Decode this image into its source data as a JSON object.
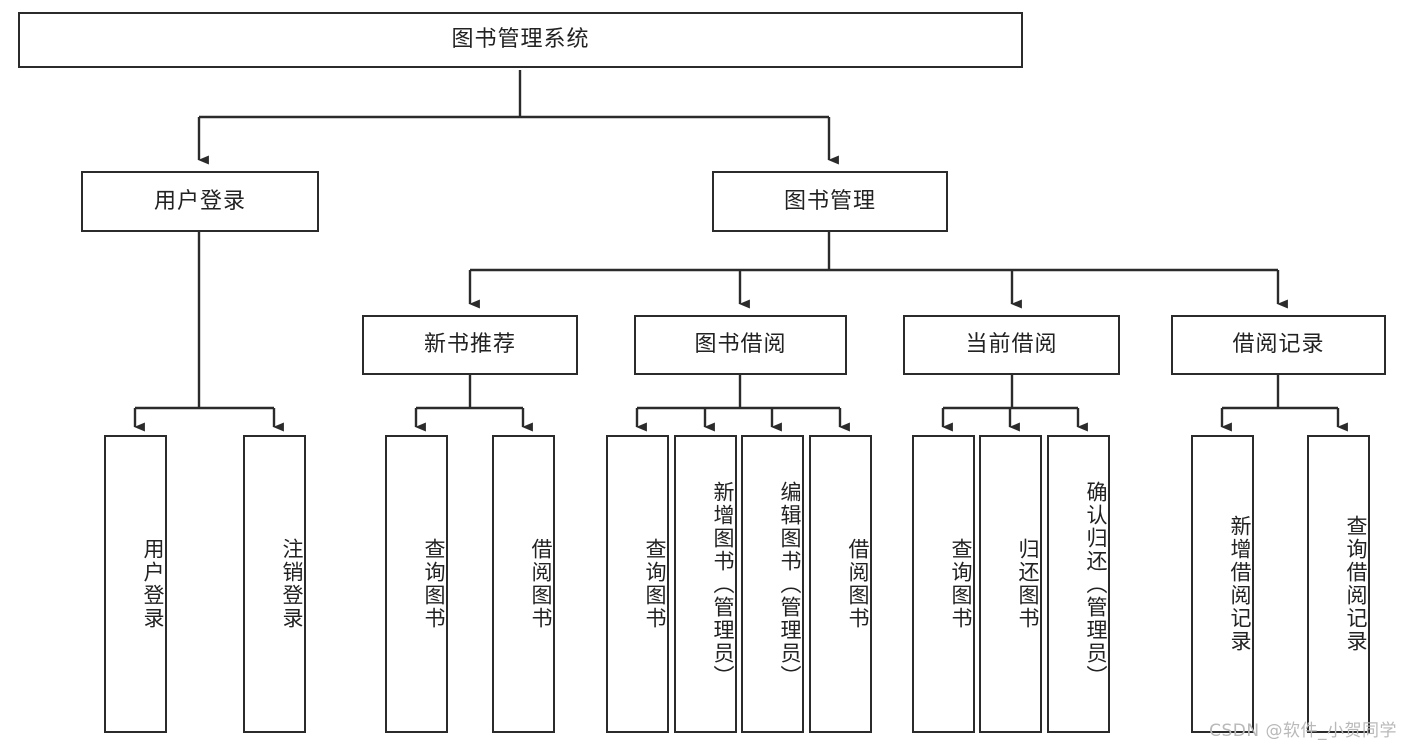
{
  "diagram": {
    "type": "tree",
    "title": "图书管理系统",
    "orientation": "top-down",
    "colors": {
      "box_border": "#2b2b2b",
      "box_fill": "#ffffff",
      "edge": "#2b2b2b",
      "text": "#222222",
      "watermark": "#b9b9b9"
    },
    "root": {
      "label": "图书管理系统"
    },
    "level2": [
      {
        "label": "用户登录"
      },
      {
        "label": "图书管理"
      }
    ],
    "level3": [
      {
        "label": "新书推荐"
      },
      {
        "label": "图书借阅"
      },
      {
        "label": "当前借阅"
      },
      {
        "label": "借阅记录"
      }
    ],
    "leaves": {
      "user_login": [
        {
          "label": "用户登录"
        },
        {
          "label": "注销登录"
        }
      ],
      "new_book_recommend": [
        {
          "label": "查询图书"
        },
        {
          "label": "借阅图书"
        }
      ],
      "book_borrow": [
        {
          "label": "查询图书"
        },
        {
          "label": "新增图书（管理员）"
        },
        {
          "label": "编辑图书（管理员）"
        },
        {
          "label": "借阅图书"
        }
      ],
      "current_borrow": [
        {
          "label": "查询图书"
        },
        {
          "label": "归还图书"
        },
        {
          "label": "确认归还（管理员）"
        }
      ],
      "borrow_record": [
        {
          "label": "新增借阅记录"
        },
        {
          "label": "查询借阅记录"
        }
      ]
    }
  },
  "watermark": {
    "text": "CSDN @软件_小贺同学"
  }
}
